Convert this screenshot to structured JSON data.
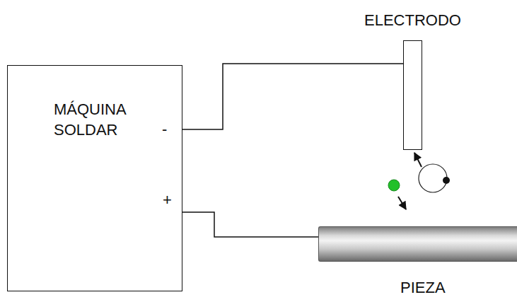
{
  "diagram": {
    "nodes": [
      {
        "text": [
          "MÁQUINA SOLDAR"
        ]
      },
      {
        "text": [
          "ELECTRODO"
        ]
      },
      {
        "text": [
          "PIEZA"
        ]
      }
    ],
    "edges": [
      {
        "from": 0,
        "to": 1,
        "arrow": "none"
      },
      {
        "from": 0,
        "to": 2,
        "arrow": "none"
      }
    ],
    "labels": [
      "-",
      "+"
    ]
  }
}
